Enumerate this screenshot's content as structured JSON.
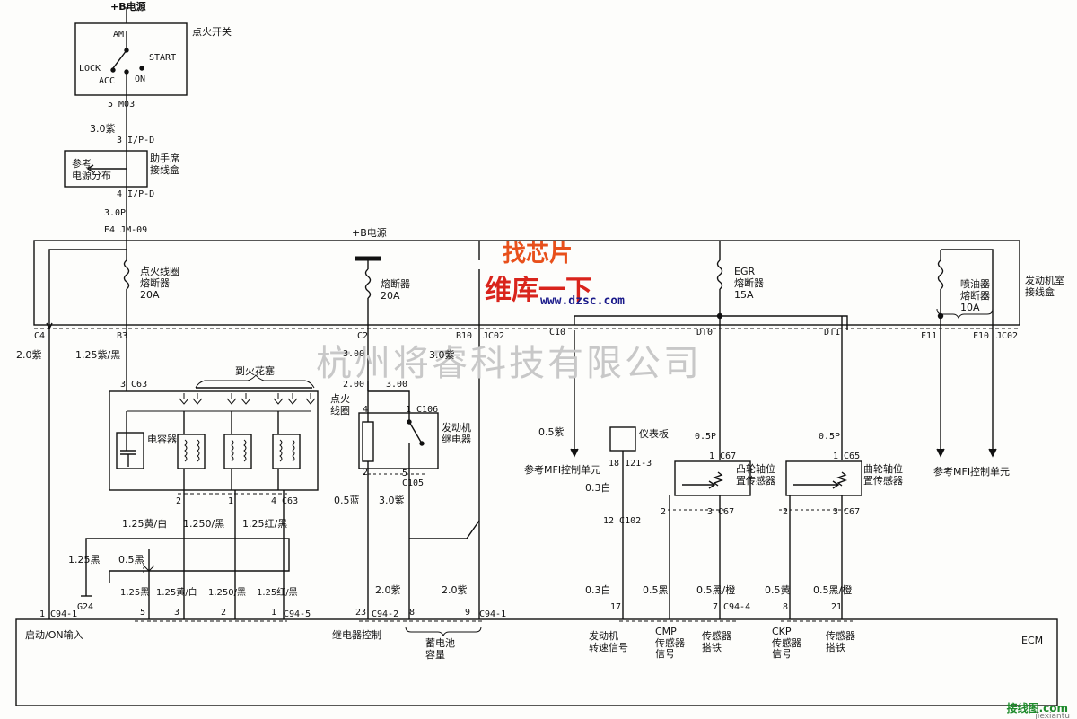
{
  "watermark": "杭州将睿科技有限公司",
  "logo": {
    "top": "找芯片",
    "main": "维库一下",
    "url": "www.dzsc.com"
  },
  "footer": {
    "brand": "接线图.com",
    "domain": "jiexiantu"
  },
  "ignition": {
    "power": "+B电源",
    "title": "点火开关",
    "am": "AM",
    "start": "START",
    "lock": "LOCK",
    "acc": "ACC",
    "on": "ON"
  },
  "left_column": {
    "pin_m03": "5 M03",
    "wire1": "3.0紫",
    "pin_ipd_top": "3 I/P-D",
    "ref_power": "参考\n电源分布",
    "passenger_box": "助手席\n接线盒",
    "pin_ipd_bot": "4 I/P-D",
    "wire2": "3.0P",
    "pin_jm09": "E4 JM-09"
  },
  "engine_box": {
    "title": "发动机室\n接线盒",
    "ign_fuse": "点火线圈\n熔断器\n20A",
    "b_power": "+B电源",
    "fuse": "熔断器\n20A",
    "egr_fuse": "EGR\n熔断器\n15A",
    "inj_fuse": "喷油器\n熔断器\n10A"
  },
  "connectors": {
    "c4": "C4",
    "b3": "B3",
    "c2": "C2",
    "b10": "B10",
    "jc02a": "JC02",
    "c10": "C10",
    "dt0": "DT0",
    "dt1": "DT1",
    "f11": "F11",
    "f10": "F10",
    "jc02b": "JC02"
  },
  "wires": {
    "w_c4": "2.0紫",
    "w_b3": "1.25紫/黑",
    "w_300a": "3.00",
    "w_300b": "3.0紫",
    "w_200": "2.00",
    "w_300c": "3.00",
    "w_05blue": "0.5蓝",
    "w_30purple": "3.0紫",
    "w_05purple": "0.5紫",
    "w_05p1": "0.5P",
    "w_05p2": "0.5P",
    "w_03white": "0.3白",
    "w_03white2": "0.3白",
    "w_05black": "0.5黑",
    "w_05bo1": "0.5黑/橙",
    "w_05yel": "0.5黄",
    "w_05bo2": "0.5黑/橙",
    "w_125yw": "1.25黄/白",
    "w_1250b": "1.250/黑",
    "w_125rb": "1.25红/黑",
    "w_125b": "1.25黑",
    "w_05b": "0.5黑",
    "w_b_125b": "1.25黑",
    "w_b_125yw": "1.25黄/白",
    "w_b_1250b": "1.250/黑",
    "w_b_125rb": "1.25红/黑",
    "w_20p1": "2.0紫",
    "w_20p2": "2.0紫"
  },
  "coil": {
    "pin": "3 C63",
    "spark": "到火花塞",
    "title": "点火\n线圈",
    "cap": "电容器",
    "p2": "2",
    "p1": "1",
    "p4": "4 C63"
  },
  "relay": {
    "p4": "4",
    "p1c106": "1 C106",
    "title": "发动机\n继电器",
    "p2": "2",
    "p5c105": "5\nC105"
  },
  "panel": {
    "title": "仪表板",
    "pins": "18 121-3",
    "ref_mfi": "参考MFI控制单元",
    "c102": "12 C102"
  },
  "cmp": {
    "c67": "1 C67",
    "title": "凸轮轴位\n置传感器",
    "p2": "2",
    "p3": "3 C67"
  },
  "ckp": {
    "c65": "1 C65",
    "title": "曲轮轴位\n置传感器",
    "p2": "2",
    "p3": "3 C67"
  },
  "ref_mfi2": "参考MFI控制单元",
  "g24": "G24",
  "ecm_pins": {
    "c941": "1 C94-1",
    "p5": "5",
    "p3": "3",
    "p2": "2",
    "p1": "1",
    "c945": "C94-5",
    "p23": "23",
    "c942": "C94-2",
    "p8": "8",
    "p9": "9",
    "c941b": "C94-1",
    "p17": "17",
    "p7": "7",
    "c944": "C94-4",
    "p8b": "8",
    "p21": "21"
  },
  "ecm": {
    "title": "ECM",
    "start_on": "启动/ON输入",
    "relay_ctrl": "继电器控制",
    "battery": "蓄电池\n容量",
    "engine_speed": "发动机\n转速信号",
    "cmp_signal": "CMP\n传感器\n信号",
    "sensor_gnd1": "传感器\n搭铁",
    "ckp_signal": "CKP\n传感器\n信号",
    "sensor_gnd2": "传感器\n搭铁"
  }
}
